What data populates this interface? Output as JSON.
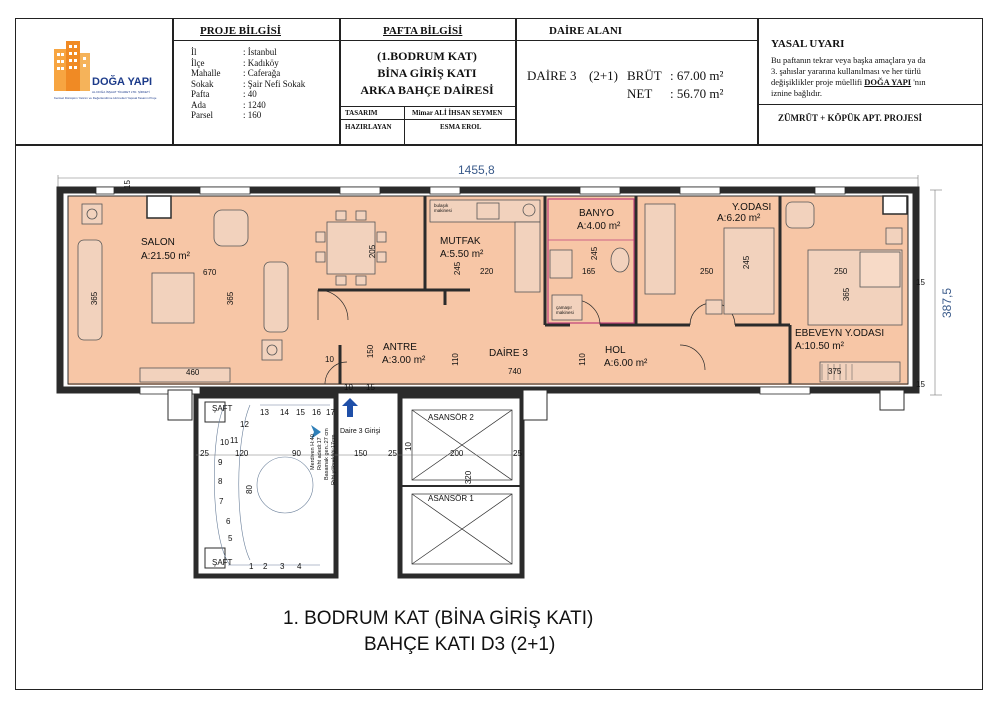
{
  "header": {
    "proje_bilgisi": {
      "title": "PROJE BİLGİSİ",
      "rows": [
        {
          "key": "İl",
          "value": ": İstanbul"
        },
        {
          "key": "İlçe",
          "value": ": Kadıköy"
        },
        {
          "key": "Mahalle",
          "value": ": Caferağa"
        },
        {
          "key": "Sokak",
          "value": ": Şair Nefi Sokak"
        },
        {
          "key": "Pafta",
          "value": ": 40"
        },
        {
          "key": "Ada",
          "value": ": 1240"
        },
        {
          "key": "Parsel",
          "value": ": 160"
        }
      ]
    },
    "pafta_bilgisi": {
      "title": "PAFTA BİLGİSİ",
      "line1": "(1.BODRUM KAT)",
      "line2": "BİNA GİRİŞ KATI",
      "line3": "ARKA BAHÇE DAİRESİ",
      "tasarim_label": "TASARIM",
      "tasarim_value": "Mimar ALİ İHSAN SEYMEN",
      "hazirlayan_label": "HAZIRLAYAN",
      "hazirlayan_value": "ESMA EROL"
    },
    "daire_alani": {
      "title": "DAİRE ALANI",
      "daire": "DAİRE 3",
      "type": "(2+1)",
      "brut_label": "BRÜT",
      "brut_value": ": 67.00 m²",
      "net_label": "NET",
      "net_value": ": 56.70 m²"
    },
    "yasal_uyari": {
      "title": "YASAL UYARI",
      "text1": "Bu paftanın tekrar veya başka amaçlara ya da",
      "text2": "3. şahıslar yararına kullanılması ve her türlü",
      "text3a": "değişiklikler proje müellifi ",
      "text3b": "DOĞA YAPI",
      "text3c": " 'nın",
      "text4": "iznine bağlıdır.",
      "project": "ZÜMRÜT + KÖPÜK APT. PROJESİ"
    },
    "logo": {
      "name": "DOĞA YAPI",
      "tagline1": "AL DOĞA İNŞAAT TİCARET LTD. ŞİRKETİ",
      "tagline2": "Kentsel Dönüşüm Yatırım ve Değerlendirme Hizmetleri Yapısal Tasarım Proje",
      "brand_color": "#f08a24"
    }
  },
  "plan": {
    "overall_width": "1455,8",
    "overall_depth": "387,5",
    "daire_label": "DAİRE 3",
    "rooms": [
      {
        "name": "SALON",
        "area": "A:21.50 m²"
      },
      {
        "name": "MUTFAK",
        "area": "A:5.50 m²"
      },
      {
        "name": "BANYO",
        "area": "A:4.00 m²"
      },
      {
        "name": "Y.ODASI",
        "area": "A:6.20 m²"
      },
      {
        "name": "ANTRE",
        "area": "A:3.00 m²"
      },
      {
        "name": "HOL",
        "area": "A:6.00 m²"
      },
      {
        "name": "EBEVEYN Y.ODASI",
        "area": "A:10.50 m²"
      }
    ],
    "labels": {
      "entrance": "Daire 3 Girişi",
      "elevator1": "ASANSÖR 1",
      "elevator2": "ASANSÖR 2",
      "saft_top": "ŞAFT",
      "saft_bottom": "ŞAFT",
      "bulasik": "bulaşık makinesi",
      "camasir": "çamaşır makinesi",
      "stair_note1": "Merdiven H:40",
      "stair_note2": "Rıht adedi:17",
      "stair_note3": "Basamak gen.:27 cm",
      "stair_note4": "Rıht yüksekliği:17cm"
    },
    "dims": {
      "d670": "670",
      "d365a": "365",
      "d365b": "365",
      "d460": "460",
      "d205": "205",
      "d245a": "245",
      "d220": "220",
      "d165": "165",
      "d245b": "245",
      "d250a": "250",
      "d245c": "245",
      "d250b": "250",
      "d365c": "365",
      "d375": "375",
      "d740": "740",
      "d110a": "110",
      "d110b": "110",
      "d150": "150",
      "d10a": "10",
      "d10b": "10",
      "d15a": "15",
      "d15b": "15",
      "d15c": "15",
      "d15d": "15",
      "d120": "120",
      "d90": "90",
      "d150b": "150",
      "d200": "200",
      "d320": "320",
      "d25a": "25",
      "d25b": "25",
      "d80": "80",
      "d25c": "25",
      "d10c": "10"
    },
    "stair_numbers": [
      "1",
      "2",
      "3",
      "4",
      "5",
      "6",
      "7",
      "8",
      "9",
      "10",
      "11",
      "12",
      "13",
      "14",
      "15",
      "16",
      "17"
    ],
    "colors": {
      "apartment_fill": "#f7c6a6",
      "wall": "#2b2b2b",
      "dim_blue": "#3a5a8a",
      "bath_border": "#c0407a",
      "arrow": "#1f4fa8"
    }
  },
  "titles": {
    "line1": "1.  BODRUM   KAT   (BİNA GİRİŞ KATI)",
    "line2": "BAHÇE KATI D3 (2+1)"
  }
}
